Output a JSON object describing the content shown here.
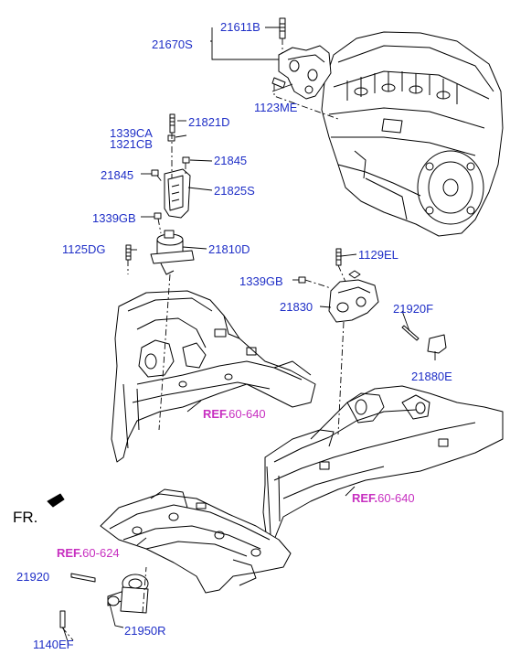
{
  "parts": {
    "p21611B": "21611B",
    "p21670S": "21670S",
    "p1123ME": "1123ME",
    "p1339CA": "1339CA",
    "p1321CB": "1321CB",
    "p21821D": "21821D",
    "p21845a": "21845",
    "p21845b": "21845",
    "p21825S": "21825S",
    "p1339GBa": "1339GB",
    "p1125DG": "1125DG",
    "p21810D": "21810D",
    "p1129EL": "1129EL",
    "p1339GBb": "1339GB",
    "p21830": "21830",
    "p21920F": "21920F",
    "p21880E": "21880E",
    "p21920": "21920",
    "p21950R": "21950R",
    "p1140EF": "1140EF"
  },
  "refs": {
    "r1_prefix": "REF.",
    "r1_num": "60-640",
    "r2_prefix": "REF.",
    "r2_num": "60-640",
    "r3_prefix": "REF.",
    "r3_num": "60-624"
  },
  "direction": "FR.",
  "colors": {
    "label": "#1f2fc7",
    "reference": "#c72fc0",
    "line": "#000000"
  }
}
